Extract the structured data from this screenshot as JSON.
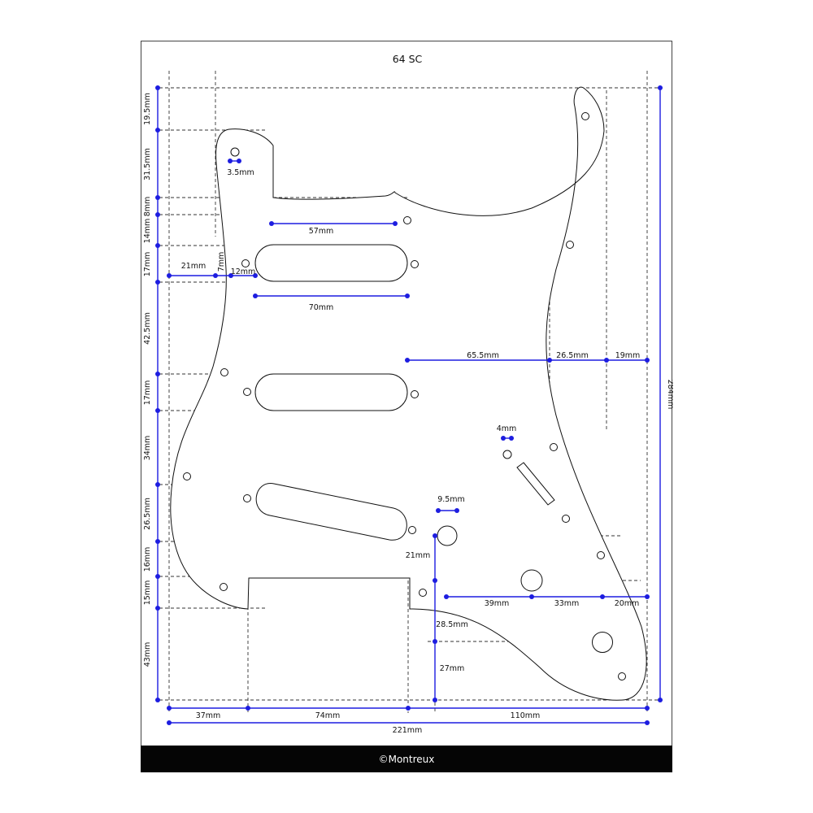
{
  "title": "64 SC",
  "footer": "©Montreux",
  "colors": {
    "dimension_line": "#1d1de0",
    "outline": "#111111",
    "footer_bg": "#050505"
  },
  "dimensions": {
    "left": [
      "19.5mm",
      "31.5mm",
      "8mm",
      "14mm",
      "17mm",
      "42.5mm",
      "17mm",
      "34mm",
      "26.5mm",
      "16mm",
      "15mm",
      "43mm"
    ],
    "right_total": "284mm",
    "bottom": [
      "37mm",
      "74mm",
      "110mm"
    ],
    "bottom_total": "221mm",
    "screw_hole": "3.5mm",
    "neck_pickup_offset": "57mm",
    "pickup_left_margin": "21mm",
    "pickup_gap_7": "7mm",
    "pickup_gap_12": "12mm",
    "pickup_length": "70mm",
    "control_offsets": [
      "65.5mm",
      "26.5mm",
      "19mm"
    ],
    "switch_hole": "4mm",
    "volume_hole": "9.5mm",
    "control_vertical": [
      "21mm",
      "28.5mm",
      "27mm"
    ],
    "knob_spacing": [
      "39mm",
      "33mm",
      "20mm"
    ]
  }
}
